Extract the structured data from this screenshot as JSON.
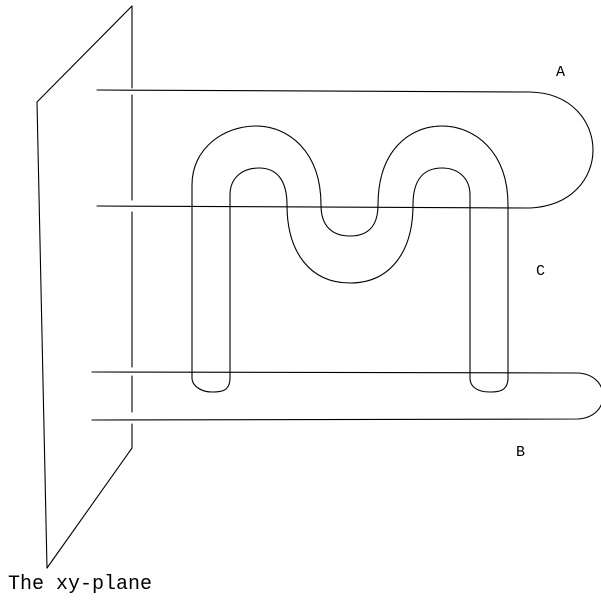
{
  "labels": {
    "band_a": "A",
    "band_b": "B",
    "band_c": "C",
    "plane": "The xy-plane"
  },
  "colors": {
    "ink": "#000000",
    "background": "#ffffff"
  }
}
